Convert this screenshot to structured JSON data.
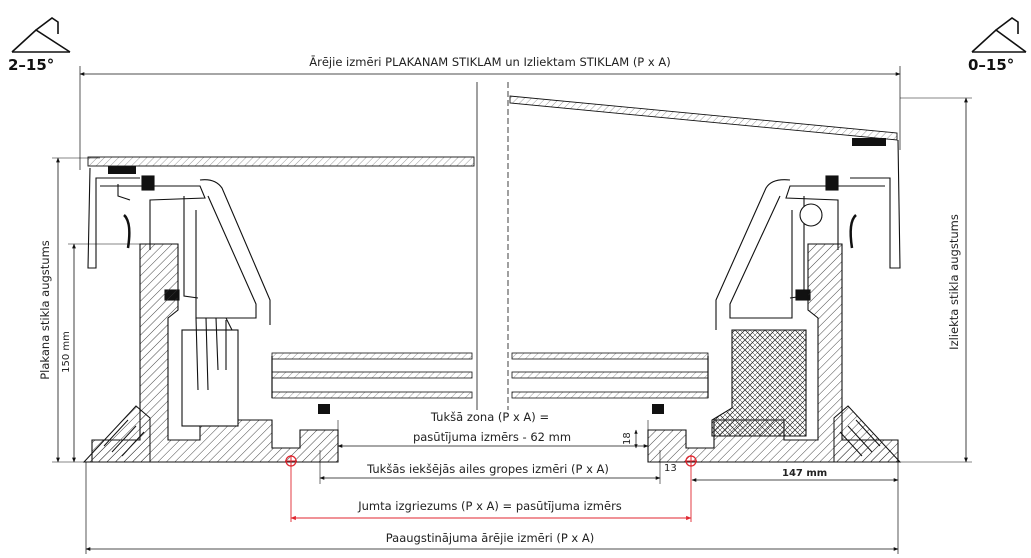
{
  "corner_left": {
    "angle": "2–15°"
  },
  "corner_right": {
    "angle": "0–15°"
  },
  "dimensions": {
    "outer_top": "Ārējie izmēri PLAKANAM STIKLAM un Izliektam STIKLAM (P x A)",
    "flat_height_label": "Plakana stikla augstums",
    "flat_height_value": "150 mm",
    "curved_height_label": "Izliekta stikla augstums",
    "empty_zone_line1": "Tukšā zona (P x A) =",
    "empty_zone_line2": "pasūtījuma izmērs - 62 mm",
    "dim_18": "18",
    "dim_13": "13",
    "inner_groove": "Tukšās iekšējās ailes gropes izmēri (P x A)",
    "dim_147": "147 mm",
    "roof_cutout": "Jumta izgriezums (P x A) = pasūtījuma izmērs",
    "curb_outer": "Paaugstinājuma ārējie izmēri (P x A)"
  },
  "colors": {
    "line": "#1a1a1a",
    "red": "#e0262f",
    "hatch": "#333333"
  }
}
